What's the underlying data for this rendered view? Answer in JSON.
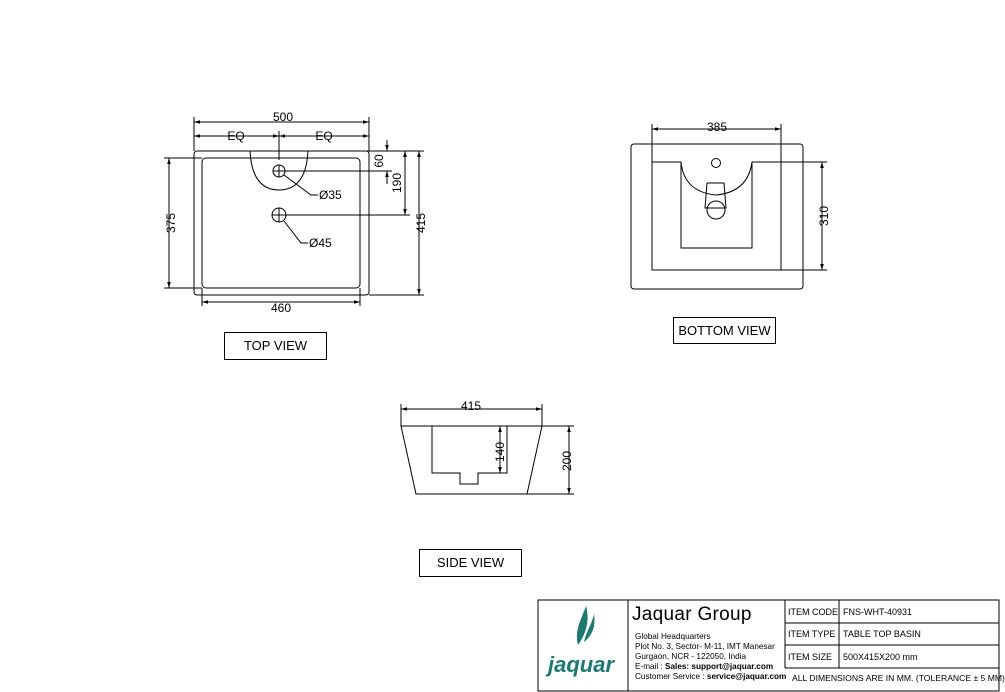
{
  "views": {
    "top": {
      "label": "TOP VIEW",
      "dims": {
        "width_overall": "500",
        "eq_left": "EQ",
        "eq_right": "EQ",
        "tap_offset": "60",
        "waste_offset": "190",
        "depth_overall": "415",
        "depth_inner": "375",
        "inner_width": "460",
        "tap_hole": "Ø35",
        "waste_hole": "Ø45"
      }
    },
    "bottom": {
      "label": "BOTTOM VIEW",
      "dims": {
        "width": "385",
        "depth": "310"
      }
    },
    "side": {
      "label": "SIDE VIEW",
      "dims": {
        "width": "415",
        "bowl_depth": "140",
        "height": "200"
      }
    }
  },
  "title_block": {
    "logo_text": "jaquar",
    "company": "Jaquar Group",
    "address_lines": [
      "Global Headquarters",
      "Plot No. 3, Sector- M-11, IMT Manesar",
      "Gurgaon, NCR - 122050, India"
    ],
    "email_prefix": "E-mail : ",
    "sales_label": "Sales: support@jaquar.com",
    "service_prefix": "Customer Service : ",
    "service_email": "service@jaquar.com",
    "fields": [
      {
        "label": "ITEM CODE",
        "value": "FNS-WHT-40931"
      },
      {
        "label": "ITEM TYPE",
        "value": "TABLE TOP BASIN"
      },
      {
        "label": "ITEM SIZE",
        "value": "500X415X200 mm"
      }
    ],
    "note": "ALL DIMENSIONS ARE IN MM. (TOLERANCE ± 5 MM)"
  },
  "colors": {
    "line": "#000000",
    "logo_teal": "#1a7a72"
  }
}
